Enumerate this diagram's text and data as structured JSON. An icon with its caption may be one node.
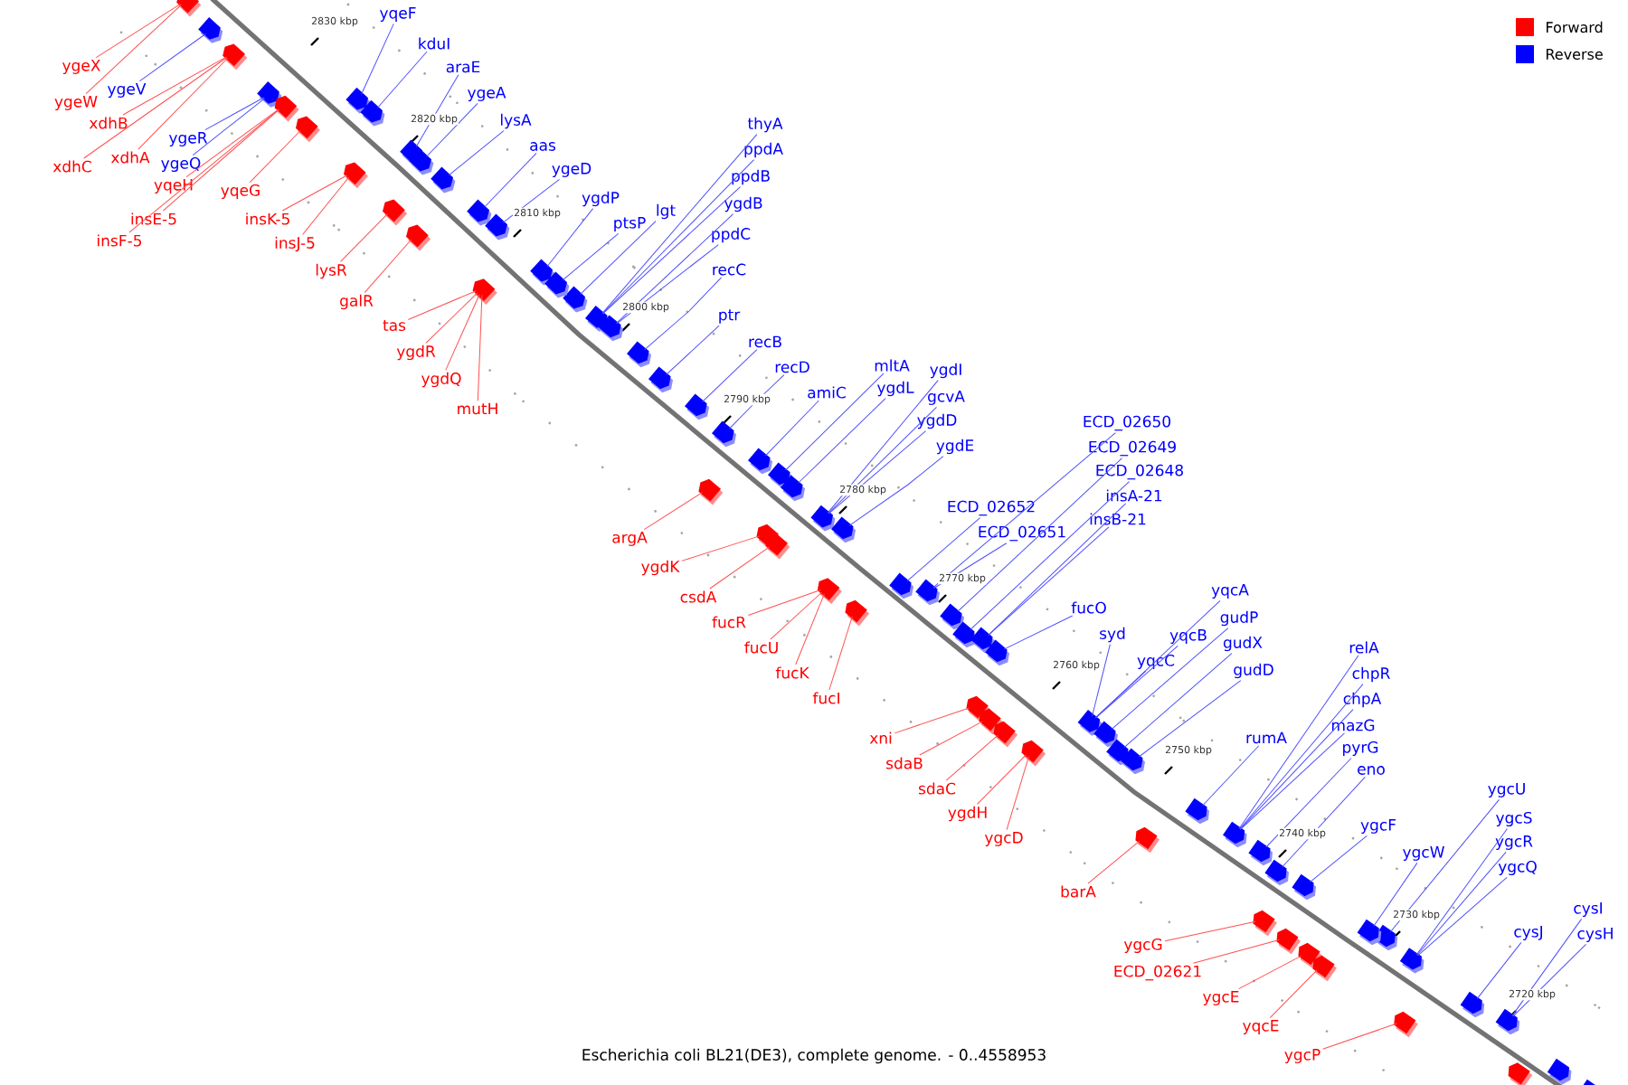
{
  "diagram": {
    "caption": "Escherichia coli BL21(DE3), complete genome. - 0..4558953",
    "nodes": [
      {
        "text": [
          "ygeX"
        ]
      },
      {
        "text": [
          "ygeV"
        ]
      },
      {
        "text": [
          "ygeW"
        ]
      },
      {
        "text": [
          "xdhB"
        ]
      },
      {
        "text": [
          "ygeR"
        ]
      },
      {
        "text": [
          "xdhA"
        ]
      },
      {
        "text": [
          "xdhC"
        ]
      },
      {
        "text": [
          "ygeQ"
        ]
      },
      {
        "text": [
          "yqeH"
        ]
      },
      {
        "text": [
          "yqeG"
        ]
      },
      {
        "text": [
          "insE-5"
        ]
      },
      {
        "text": [
          "insF-5"
        ]
      },
      {
        "text": [
          "insK-5"
        ]
      },
      {
        "text": [
          "insJ-5"
        ]
      },
      {
        "text": [
          "lysR"
        ]
      },
      {
        "text": [
          "galR"
        ]
      },
      {
        "text": [
          "tas"
        ]
      },
      {
        "text": [
          "ygdR"
        ]
      },
      {
        "text": [
          "ygdQ"
        ]
      },
      {
        "text": [
          "mutH"
        ]
      },
      {
        "text": [
          "yqeF"
        ]
      },
      {
        "text": [
          "kduI"
        ]
      },
      {
        "text": [
          "araE"
        ]
      },
      {
        "text": [
          "ygeA"
        ]
      },
      {
        "text": [
          "lysA"
        ]
      },
      {
        "text": [
          "aas"
        ]
      },
      {
        "text": [
          "ygeD"
        ]
      },
      {
        "text": [
          "ygdP"
        ]
      },
      {
        "text": [
          "lgt"
        ]
      },
      {
        "text": [
          "ptsP"
        ]
      },
      {
        "text": [
          "thyA"
        ]
      },
      {
        "text": [
          "ppdA"
        ]
      },
      {
        "text": [
          "ppdB"
        ]
      },
      {
        "text": [
          "ygdB"
        ]
      },
      {
        "text": [
          "ppdC"
        ]
      },
      {
        "text": [
          "recC"
        ]
      },
      {
        "text": [
          "ptr"
        ]
      },
      {
        "text": [
          "recB"
        ]
      },
      {
        "text": [
          "recD"
        ]
      },
      {
        "text": [
          "mltA"
        ]
      },
      {
        "text": [
          "ygdI"
        ]
      },
      {
        "text": [
          "ygdL"
        ]
      },
      {
        "text": [
          "amiC"
        ]
      },
      {
        "text": [
          "gcvA"
        ]
      },
      {
        "text": [
          "ygdD"
        ]
      },
      {
        "text": [
          "ygdE"
        ]
      },
      {
        "text": [
          "ECD_02650"
        ]
      },
      {
        "text": [
          "ECD_02649"
        ]
      },
      {
        "text": [
          "ECD_02648"
        ]
      },
      {
        "text": [
          "insA-21"
        ]
      },
      {
        "text": [
          "ECD_02652"
        ]
      },
      {
        "text": [
          "insB-21"
        ]
      },
      {
        "text": [
          "ECD_02651"
        ]
      },
      {
        "text": [
          "fucO"
        ]
      },
      {
        "text": [
          "yqcA"
        ]
      },
      {
        "text": [
          "gudP"
        ]
      },
      {
        "text": [
          "syd"
        ]
      },
      {
        "text": [
          "yqcB"
        ]
      },
      {
        "text": [
          "gudX"
        ]
      },
      {
        "text": [
          "relA"
        ]
      },
      {
        "text": [
          "yqcC"
        ]
      },
      {
        "text": [
          "gudD"
        ]
      },
      {
        "text": [
          "chpR"
        ]
      },
      {
        "text": [
          "chpA"
        ]
      },
      {
        "text": [
          "mazG"
        ]
      },
      {
        "text": [
          "rumA"
        ]
      },
      {
        "text": [
          "pyrG"
        ]
      },
      {
        "text": [
          "eno"
        ]
      },
      {
        "text": [
          "ygcU"
        ]
      },
      {
        "text": [
          "ygcS"
        ]
      },
      {
        "text": [
          "ygcF"
        ]
      },
      {
        "text": [
          "ygcR"
        ]
      },
      {
        "text": [
          "ygcW"
        ]
      },
      {
        "text": [
          "ygcQ"
        ]
      },
      {
        "text": [
          "cysI"
        ]
      },
      {
        "text": [
          "cysJ"
        ]
      },
      {
        "text": [
          "cysH"
        ]
      },
      {
        "text": [
          "argA"
        ]
      },
      {
        "text": [
          "ygdK"
        ]
      },
      {
        "text": [
          "csdA"
        ]
      },
      {
        "text": [
          "fucR"
        ]
      },
      {
        "text": [
          "fucU"
        ]
      },
      {
        "text": [
          "fucK"
        ]
      },
      {
        "text": [
          "fucI"
        ]
      },
      {
        "text": [
          "xni"
        ]
      },
      {
        "text": [
          "sdaB"
        ]
      },
      {
        "text": [
          "sdaC"
        ]
      },
      {
        "text": [
          "ygdH"
        ]
      },
      {
        "text": [
          "ygcD"
        ]
      },
      {
        "text": [
          "barA"
        ]
      },
      {
        "text": [
          "ygcG"
        ]
      },
      {
        "text": [
          "ECD_02621"
        ]
      },
      {
        "text": [
          "ygcE"
        ]
      },
      {
        "text": [
          "yqcE"
        ]
      },
      {
        "text": [
          "ygcP"
        ]
      },
      {
        "text": [],
        "shape": "block"
      },
      {
        "text": [],
        "shape": "block"
      },
      {
        "text": [],
        "shape": "block"
      },
      {
        "text": [],
        "shape": "block"
      },
      {
        "text": [],
        "shape": "block"
      },
      {
        "text": [],
        "shape": "block"
      },
      {
        "text": [],
        "shape": "block"
      },
      {
        "text": [],
        "shape": "block"
      },
      {
        "text": [],
        "shape": "block"
      },
      {
        "text": [],
        "shape": "block"
      },
      {
        "text": [],
        "shape": "block"
      },
      {
        "text": [],
        "shape": "block"
      },
      {
        "text": [],
        "shape": "block"
      },
      {
        "text": [],
        "shape": "block"
      },
      {
        "text": [],
        "shape": "block"
      },
      {
        "text": [],
        "shape": "block"
      },
      {
        "text": [],
        "shape": "block"
      },
      {
        "text": [],
        "shape": "block"
      },
      {
        "text": [],
        "shape": "block"
      },
      {
        "text": [],
        "shape": "block"
      },
      {
        "text": [],
        "shape": "block"
      },
      {
        "text": [],
        "shape": "block"
      },
      {
        "text": [],
        "shape": "block"
      },
      {
        "text": [],
        "shape": "block"
      },
      {
        "text": [],
        "shape": "block"
      },
      {
        "text": [],
        "shape": "block"
      },
      {
        "text": [],
        "shape": "block"
      },
      {
        "text": [],
        "shape": "block"
      },
      {
        "text": [],
        "shape": "block"
      },
      {
        "text": [],
        "shape": "block"
      },
      {
        "text": [],
        "shape": "block"
      },
      {
        "text": [],
        "shape": "block"
      },
      {
        "text": [],
        "shape": "block"
      },
      {
        "text": [],
        "shape": "block"
      },
      {
        "text": [],
        "shape": "block"
      },
      {
        "text": [],
        "shape": "block"
      },
      {
        "text": [],
        "shape": "block"
      },
      {
        "text": [],
        "shape": "block"
      },
      {
        "text": [],
        "shape": "block"
      },
      {
        "text": [],
        "shape": "block"
      },
      {
        "text": [],
        "shape": "block"
      },
      {
        "text": [],
        "shape": "block"
      },
      {
        "text": [],
        "shape": "block"
      },
      {
        "text": [],
        "shape": "block"
      },
      {
        "text": [],
        "shape": "block"
      },
      {
        "text": [],
        "shape": "block"
      },
      {
        "text": [],
        "shape": "block"
      },
      {
        "text": [],
        "shape": "block"
      },
      {
        "text": [],
        "shape": "block"
      },
      {
        "text": [],
        "shape": "block"
      },
      {
        "text": [],
        "shape": "block"
      },
      {
        "text": [],
        "shape": "block"
      },
      {
        "text": [],
        "shape": "block"
      },
      {
        "text": [],
        "shape": "block"
      },
      {
        "text": [],
        "shape": "block"
      },
      {
        "text": [],
        "shape": "block"
      },
      {
        "text": [],
        "shape": "block"
      },
      {
        "text": [],
        "shape": "block"
      },
      {
        "text": [],
        "shape": "block"
      },
      {
        "text": [],
        "shape": "block"
      },
      {
        "text": [],
        "shape": "block"
      },
      {
        "text": [],
        "shape": "block"
      },
      {
        "text": [],
        "shape": "block"
      },
      {
        "text": [],
        "shape": "block"
      },
      {
        "text": [],
        "shape": "block"
      },
      {
        "text": [],
        "shape": "block"
      },
      {
        "text": [],
        "shape": "block"
      },
      {
        "text": [],
        "shape": "block"
      },
      {
        "text": [],
        "shape": "block"
      }
    ],
    "edges": [
      {
        "from": 0,
        "to": 95,
        "arrow": "none",
        "color": "#ff5050"
      },
      {
        "from": 1,
        "to": 96,
        "arrow": "none"
      },
      {
        "from": 2,
        "to": 95,
        "arrow": "none",
        "color": "#ff5050"
      },
      {
        "from": 3,
        "to": 97,
        "arrow": "none",
        "color": "#ff5050"
      },
      {
        "from": 4,
        "to": 98,
        "arrow": "none"
      },
      {
        "from": 5,
        "to": 97,
        "arrow": "none",
        "color": "#ff5050"
      },
      {
        "from": 6,
        "to": 97,
        "arrow": "none",
        "color": "#ff5050"
      },
      {
        "from": 7,
        "to": 98,
        "arrow": "none"
      },
      {
        "from": 8,
        "to": 99,
        "arrow": "none",
        "color": "#ff5050"
      },
      {
        "from": 9,
        "to": 100,
        "arrow": "none",
        "color": "#ff5050"
      },
      {
        "from": 10,
        "to": 99,
        "arrow": "none",
        "color": "#ff5050"
      },
      {
        "from": 11,
        "to": 99,
        "arrow": "none",
        "color": "#ff5050"
      },
      {
        "from": 12,
        "to": 101,
        "arrow": "none",
        "color": "#ff5050"
      },
      {
        "from": 13,
        "to": 101,
        "arrow": "none",
        "color": "#ff5050"
      },
      {
        "from": 14,
        "to": 102,
        "arrow": "none",
        "color": "#ff5050"
      },
      {
        "from": 15,
        "to": 103,
        "arrow": "none",
        "color": "#ff5050"
      },
      {
        "from": 16,
        "to": 104,
        "arrow": "none",
        "color": "#ff5050"
      },
      {
        "from": 17,
        "to": 104,
        "arrow": "none",
        "color": "#ff5050"
      },
      {
        "from": 18,
        "to": 104,
        "arrow": "none",
        "color": "#ff5050"
      },
      {
        "from": 19,
        "to": 104,
        "arrow": "none",
        "color": "#ff5050"
      },
      {
        "from": 20,
        "to": 105,
        "arrow": "none"
      },
      {
        "from": 21,
        "to": 106,
        "arrow": "none"
      },
      {
        "from": 22,
        "to": 107,
        "arrow": "none"
      },
      {
        "from": 23,
        "to": 108,
        "arrow": "none"
      },
      {
        "from": 24,
        "to": 109,
        "arrow": "none"
      },
      {
        "from": 25,
        "to": 110,
        "arrow": "none"
      },
      {
        "from": 26,
        "to": 111,
        "arrow": "none"
      },
      {
        "from": 27,
        "to": 112,
        "arrow": "none"
      },
      {
        "from": 28,
        "to": 113,
        "arrow": "none"
      },
      {
        "from": 29,
        "to": 114,
        "arrow": "none"
      },
      {
        "from": 30,
        "to": 115,
        "arrow": "none"
      },
      {
        "from": 31,
        "to": 115,
        "arrow": "none"
      },
      {
        "from": 32,
        "to": 115,
        "arrow": "none"
      },
      {
        "from": 33,
        "to": 116,
        "arrow": "none"
      },
      {
        "from": 34,
        "to": 116,
        "arrow": "none"
      },
      {
        "from": 35,
        "to": 117,
        "arrow": "none"
      },
      {
        "from": 36,
        "to": 118,
        "arrow": "none"
      },
      {
        "from": 37,
        "to": 119,
        "arrow": "none"
      },
      {
        "from": 38,
        "to": 120,
        "arrow": "none"
      },
      {
        "from": 39,
        "to": 121,
        "arrow": "none"
      },
      {
        "from": 40,
        "to": 122,
        "arrow": "none"
      },
      {
        "from": 41,
        "to": 123,
        "arrow": "none"
      },
      {
        "from": 42,
        "to": 124,
        "arrow": "none"
      },
      {
        "from": 43,
        "to": 122,
        "arrow": "none"
      },
      {
        "from": 44,
        "to": 122,
        "arrow": "none"
      },
      {
        "from": 45,
        "to": 125,
        "arrow": "none"
      },
      {
        "from": 46,
        "to": 126,
        "arrow": "none"
      },
      {
        "from": 47,
        "to": 127,
        "arrow": "none"
      },
      {
        "from": 48,
        "to": 128,
        "arrow": "none"
      },
      {
        "from": 49,
        "to": 129,
        "arrow": "none"
      },
      {
        "from": 50,
        "to": 130,
        "arrow": "none"
      },
      {
        "from": 51,
        "to": 129,
        "arrow": "none"
      },
      {
        "from": 52,
        "to": 126,
        "arrow": "none"
      },
      {
        "from": 53,
        "to": 131,
        "arrow": "none"
      },
      {
        "from": 54,
        "to": 132,
        "arrow": "none"
      },
      {
        "from": 55,
        "to": 133,
        "arrow": "none"
      },
      {
        "from": 56,
        "to": 132,
        "arrow": "none"
      },
      {
        "from": 57,
        "to": 132,
        "arrow": "none"
      },
      {
        "from": 58,
        "to": 134,
        "arrow": "none"
      },
      {
        "from": 59,
        "to": 135,
        "arrow": "none"
      },
      {
        "from": 60,
        "to": 132,
        "arrow": "none"
      },
      {
        "from": 61,
        "to": 136,
        "arrow": "none"
      },
      {
        "from": 62,
        "to": 135,
        "arrow": "none"
      },
      {
        "from": 63,
        "to": 135,
        "arrow": "none"
      },
      {
        "from": 64,
        "to": 135,
        "arrow": "none"
      },
      {
        "from": 65,
        "to": 137,
        "arrow": "none"
      },
      {
        "from": 66,
        "to": 138,
        "arrow": "none"
      },
      {
        "from": 67,
        "to": 139,
        "arrow": "none"
      },
      {
        "from": 68,
        "to": 140,
        "arrow": "none"
      },
      {
        "from": 69,
        "to": 141,
        "arrow": "none"
      },
      {
        "from": 70,
        "to": 142,
        "arrow": "none"
      },
      {
        "from": 71,
        "to": 141,
        "arrow": "none"
      },
      {
        "from": 72,
        "to": 143,
        "arrow": "none"
      },
      {
        "from": 73,
        "to": 141,
        "arrow": "none"
      },
      {
        "from": 74,
        "to": 144,
        "arrow": "none"
      },
      {
        "from": 75,
        "to": 145,
        "arrow": "none"
      },
      {
        "from": 76,
        "to": 144,
        "arrow": "none"
      },
      {
        "from": 77,
        "to": 146,
        "arrow": "none",
        "color": "#ff5050"
      },
      {
        "from": 78,
        "to": 147,
        "arrow": "none",
        "color": "#ff5050"
      },
      {
        "from": 79,
        "to": 148,
        "arrow": "none",
        "color": "#ff5050"
      },
      {
        "from": 80,
        "to": 149,
        "arrow": "none",
        "color": "#ff5050"
      },
      {
        "from": 81,
        "to": 149,
        "arrow": "none",
        "color": "#ff5050"
      },
      {
        "from": 82,
        "to": 149,
        "arrow": "none",
        "color": "#ff5050"
      },
      {
        "from": 83,
        "to": 150,
        "arrow": "none",
        "color": "#ff5050"
      },
      {
        "from": 84,
        "to": 151,
        "arrow": "none",
        "color": "#ff5050"
      },
      {
        "from": 85,
        "to": 152,
        "arrow": "none",
        "color": "#ff5050"
      },
      {
        "from": 86,
        "to": 153,
        "arrow": "none",
        "color": "#ff5050"
      },
      {
        "from": 87,
        "to": 154,
        "arrow": "none",
        "color": "#ff5050"
      },
      {
        "from": 88,
        "to": 154,
        "arrow": "none",
        "color": "#ff5050"
      },
      {
        "from": 89,
        "to": 155,
        "arrow": "none",
        "color": "#ff5050"
      },
      {
        "from": 90,
        "to": 156,
        "arrow": "none",
        "color": "#ff5050"
      },
      {
        "from": 91,
        "to": 157,
        "arrow": "none",
        "color": "#ff5050"
      },
      {
        "from": 92,
        "to": 158,
        "arrow": "none",
        "color": "#ff5050"
      },
      {
        "from": 93,
        "to": 159,
        "arrow": "none",
        "color": "#ff5050"
      },
      {
        "from": 94,
        "to": 160,
        "arrow": "none",
        "color": "#ff5050"
      }
    ],
    "labels": [
      "2830 kbp",
      "2820 kbp",
      "2810 kbp",
      "2800 kbp",
      "2790 kbp",
      "2780 kbp",
      "2770 kbp",
      "2760 kbp",
      "2750 kbp",
      "2740 kbp",
      "2730 kbp",
      "2720 kbp"
    ],
    "legend": [
      {
        "text": "Forward",
        "color": "#ff0000"
      },
      {
        "text": "Reverse",
        "color": "#0000ff"
      }
    ]
  }
}
